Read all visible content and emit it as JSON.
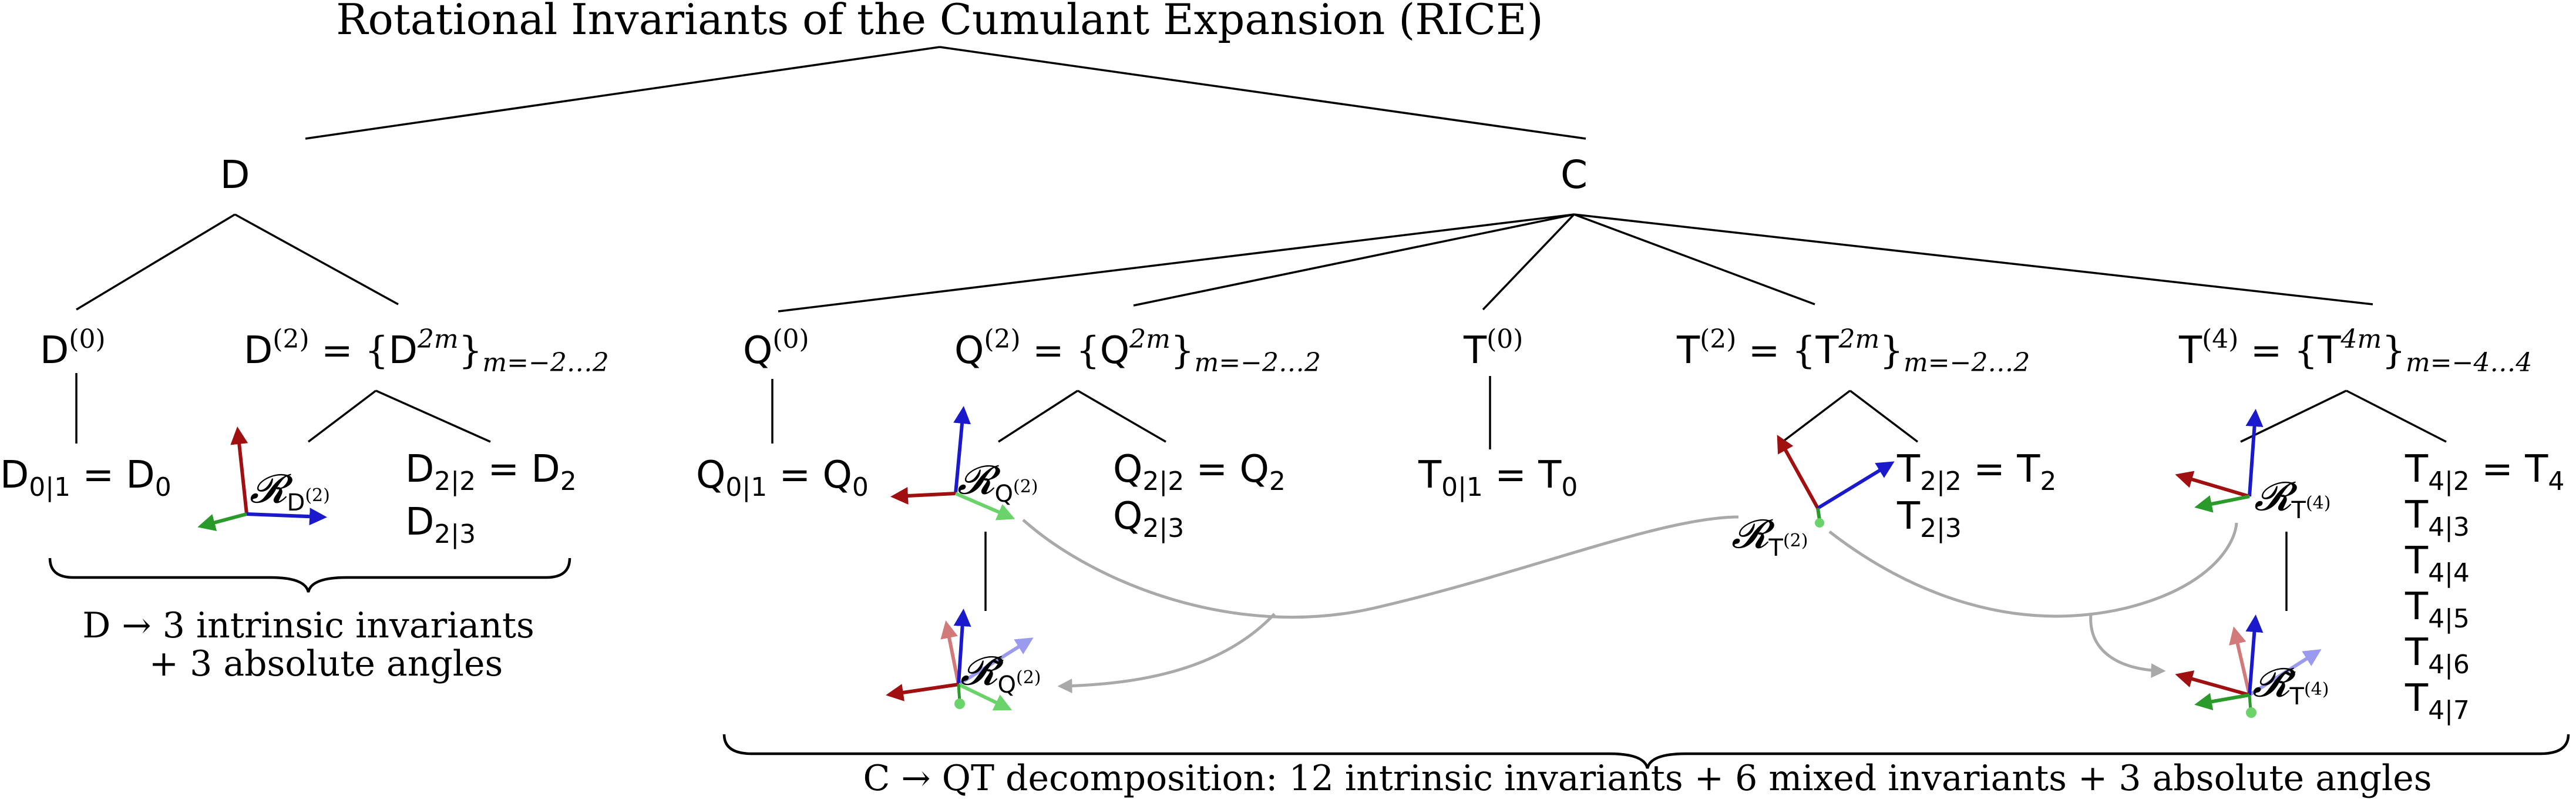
{
  "title": "Rotational Invariants of the Cumulant Expansion (RICE)",
  "nodes": {
    "D": "D",
    "C": "C",
    "D0": {
      "base": "D",
      "sup": "(0)"
    },
    "D2": {
      "base": "D",
      "sup": "(2)",
      "eq": " = {",
      "base2": "D",
      "sup2": "2m",
      "close": "}",
      "sub": "m=−2…2"
    },
    "Q0": {
      "base": "Q",
      "sup": "(0)"
    },
    "Q2": {
      "base": "Q",
      "sup": "(2)",
      "eq": " = {",
      "base2": "Q",
      "sup2": "2m",
      "close": "}",
      "sub": "m=−2…2"
    },
    "T0": {
      "base": "T",
      "sup": "(0)"
    },
    "T2": {
      "base": "T",
      "sup": "(2)",
      "eq": " = {",
      "base2": "T",
      "sup2": "2m",
      "close": "}",
      "sub": "m=−2…2"
    },
    "T4": {
      "base": "T",
      "sup": "(4)",
      "eq": " = {",
      "base2": "T",
      "sup2": "4m",
      "close": "}",
      "sub": "m=−4…4"
    }
  },
  "leaves": {
    "D01": {
      "base": "D",
      "sub": "0|1",
      "eq": " = D",
      "sub2": "0"
    },
    "D22": {
      "base": "D",
      "sub": "2|2",
      "eq": " = D",
      "sub2": "2"
    },
    "D23": {
      "base": "D",
      "sub": "2|3"
    },
    "Q01": {
      "base": "Q",
      "sub": "0|1",
      "eq": " = Q",
      "sub2": "0"
    },
    "Q22": {
      "base": "Q",
      "sub": "2|2",
      "eq": " = Q",
      "sub2": "2"
    },
    "Q23": {
      "base": "Q",
      "sub": "2|3"
    },
    "T01": {
      "base": "T",
      "sub": "0|1",
      "eq": " = T",
      "sub2": "0"
    },
    "T22": {
      "base": "T",
      "sub": "2|2",
      "eq": " = T",
      "sub2": "2"
    },
    "T23": {
      "base": "T",
      "sub": "2|3"
    },
    "T42": {
      "base": "T",
      "sub": "4|2",
      "eq": " = T",
      "sub2": "4"
    },
    "T43": {
      "base": "T",
      "sub": "4|3"
    },
    "T44": {
      "base": "T",
      "sub": "4|4"
    },
    "T45": {
      "base": "T",
      "sub": "4|5"
    },
    "T46": {
      "base": "T",
      "sub": "4|6"
    },
    "T47": {
      "base": "T",
      "sub": "4|7"
    }
  },
  "rotations": {
    "RD2": {
      "symbol": "𝓡",
      "sub": "D",
      "subsup": "(2)"
    },
    "RQ2": {
      "symbol": "𝓡",
      "sub": "Q",
      "subsup": "(2)"
    },
    "RT2": {
      "symbol": "𝓡",
      "sub": "T",
      "subsup": "(2)"
    },
    "RT4": {
      "symbol": "𝓡",
      "sub": "T",
      "subsup": "(4)"
    },
    "RQ2t": {
      "symbol": "𝓡̃",
      "sub": "Q",
      "subsup": "(2)"
    },
    "RT4t": {
      "symbol": "𝓡̃",
      "sub": "T",
      "subsup": "(4)"
    }
  },
  "summaries": {
    "D_line1": "D → 3 intrinsic invariants",
    "D_line2": "+ 3 absolute angles",
    "C_line": "C → QT decomposition: 12 intrinsic invariants + 6 mixed invariants + 3 absolute angles"
  },
  "colors": {
    "axis_red": "#a01010",
    "axis_blue": "#1a1acc",
    "axis_green": "#2a9a2a",
    "axis_lightgreen": "#6ad46a",
    "axis_faded_red": "#d27a7a",
    "axis_faded_blue": "#9a9aee",
    "connector_gray": "#a9a9a9",
    "line_black": "#000000"
  }
}
